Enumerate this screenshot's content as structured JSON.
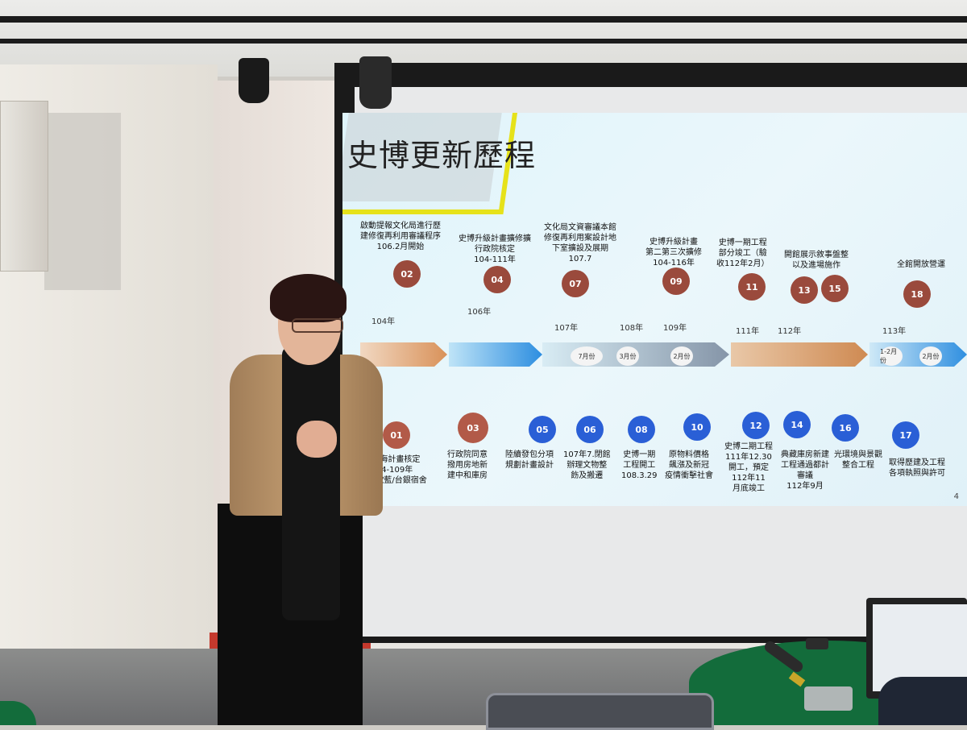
{
  "slide": {
    "title": "史博更新歷程",
    "page_number": "4",
    "years": [
      "104年",
      "106年",
      "107年",
      "108年",
      "109年",
      "111年",
      "112年",
      "113年"
    ],
    "months": [
      "7月份",
      "3月份",
      "2月份",
      "1-2月份",
      "2月份"
    ],
    "top_nodes": [
      {
        "num": "02",
        "label": "啟動提報文化局進行歷\n建修復再利用審議程序\n106.2月開始"
      },
      {
        "num": "04",
        "label": "史博升級計畫擴修擴\n行政院核定\n104-111年"
      },
      {
        "num": "07",
        "label": "文化局文資審議本館\n修復再利用案設計地\n下室擴設及展期\n107.7"
      },
      {
        "num": "09",
        "label": "史博升級計畫\n第二第三次擴修\n104-116年"
      },
      {
        "num": "11",
        "label": "史博一期工程\n部分竣工（驗\n收112年2月）"
      },
      {
        "num": "13",
        "label": "開館展示敘事盤整\n以及進場施作"
      },
      {
        "num": "15",
        "label": ""
      },
      {
        "num": "18",
        "label": "全館開放營運"
      }
    ],
    "bottom_nodes": [
      {
        "num": "01",
        "label": "大南海計畫核定\n104-109年\n本館/歆藍/台銀宿舍"
      },
      {
        "num": "03",
        "label": "行政院同意\n撥用房地新\n建中和庫房"
      },
      {
        "num": "05",
        "label": "陸續發包分項\n規劃計畫設計"
      },
      {
        "num": "06",
        "label": "107年7.閉館\n辦理文物整\n飭及搬遷"
      },
      {
        "num": "08",
        "label": "史博一期\n工程開工\n108.3.29"
      },
      {
        "num": "10",
        "label": "原物料價格\n飆漲及新冠\n疫情衝擊社會"
      },
      {
        "num": "12",
        "label": "史博二期工程\n111年12.30\n開工，預定\n112年11\n月底竣工"
      },
      {
        "num": "14",
        "label": "典藏庫房新建\n工程通過都計\n審議\n112年9月"
      },
      {
        "num": "16",
        "label": "光環境與景觀\n整合工程"
      },
      {
        "num": "17",
        "label": "取得歷建及工程\n各項執照與許可"
      }
    ]
  },
  "colors": {
    "table": "#136c3b",
    "node_top": "#9a4a3c",
    "node_blue": "#2a5fd6",
    "title_accent": "#e6e21a"
  }
}
